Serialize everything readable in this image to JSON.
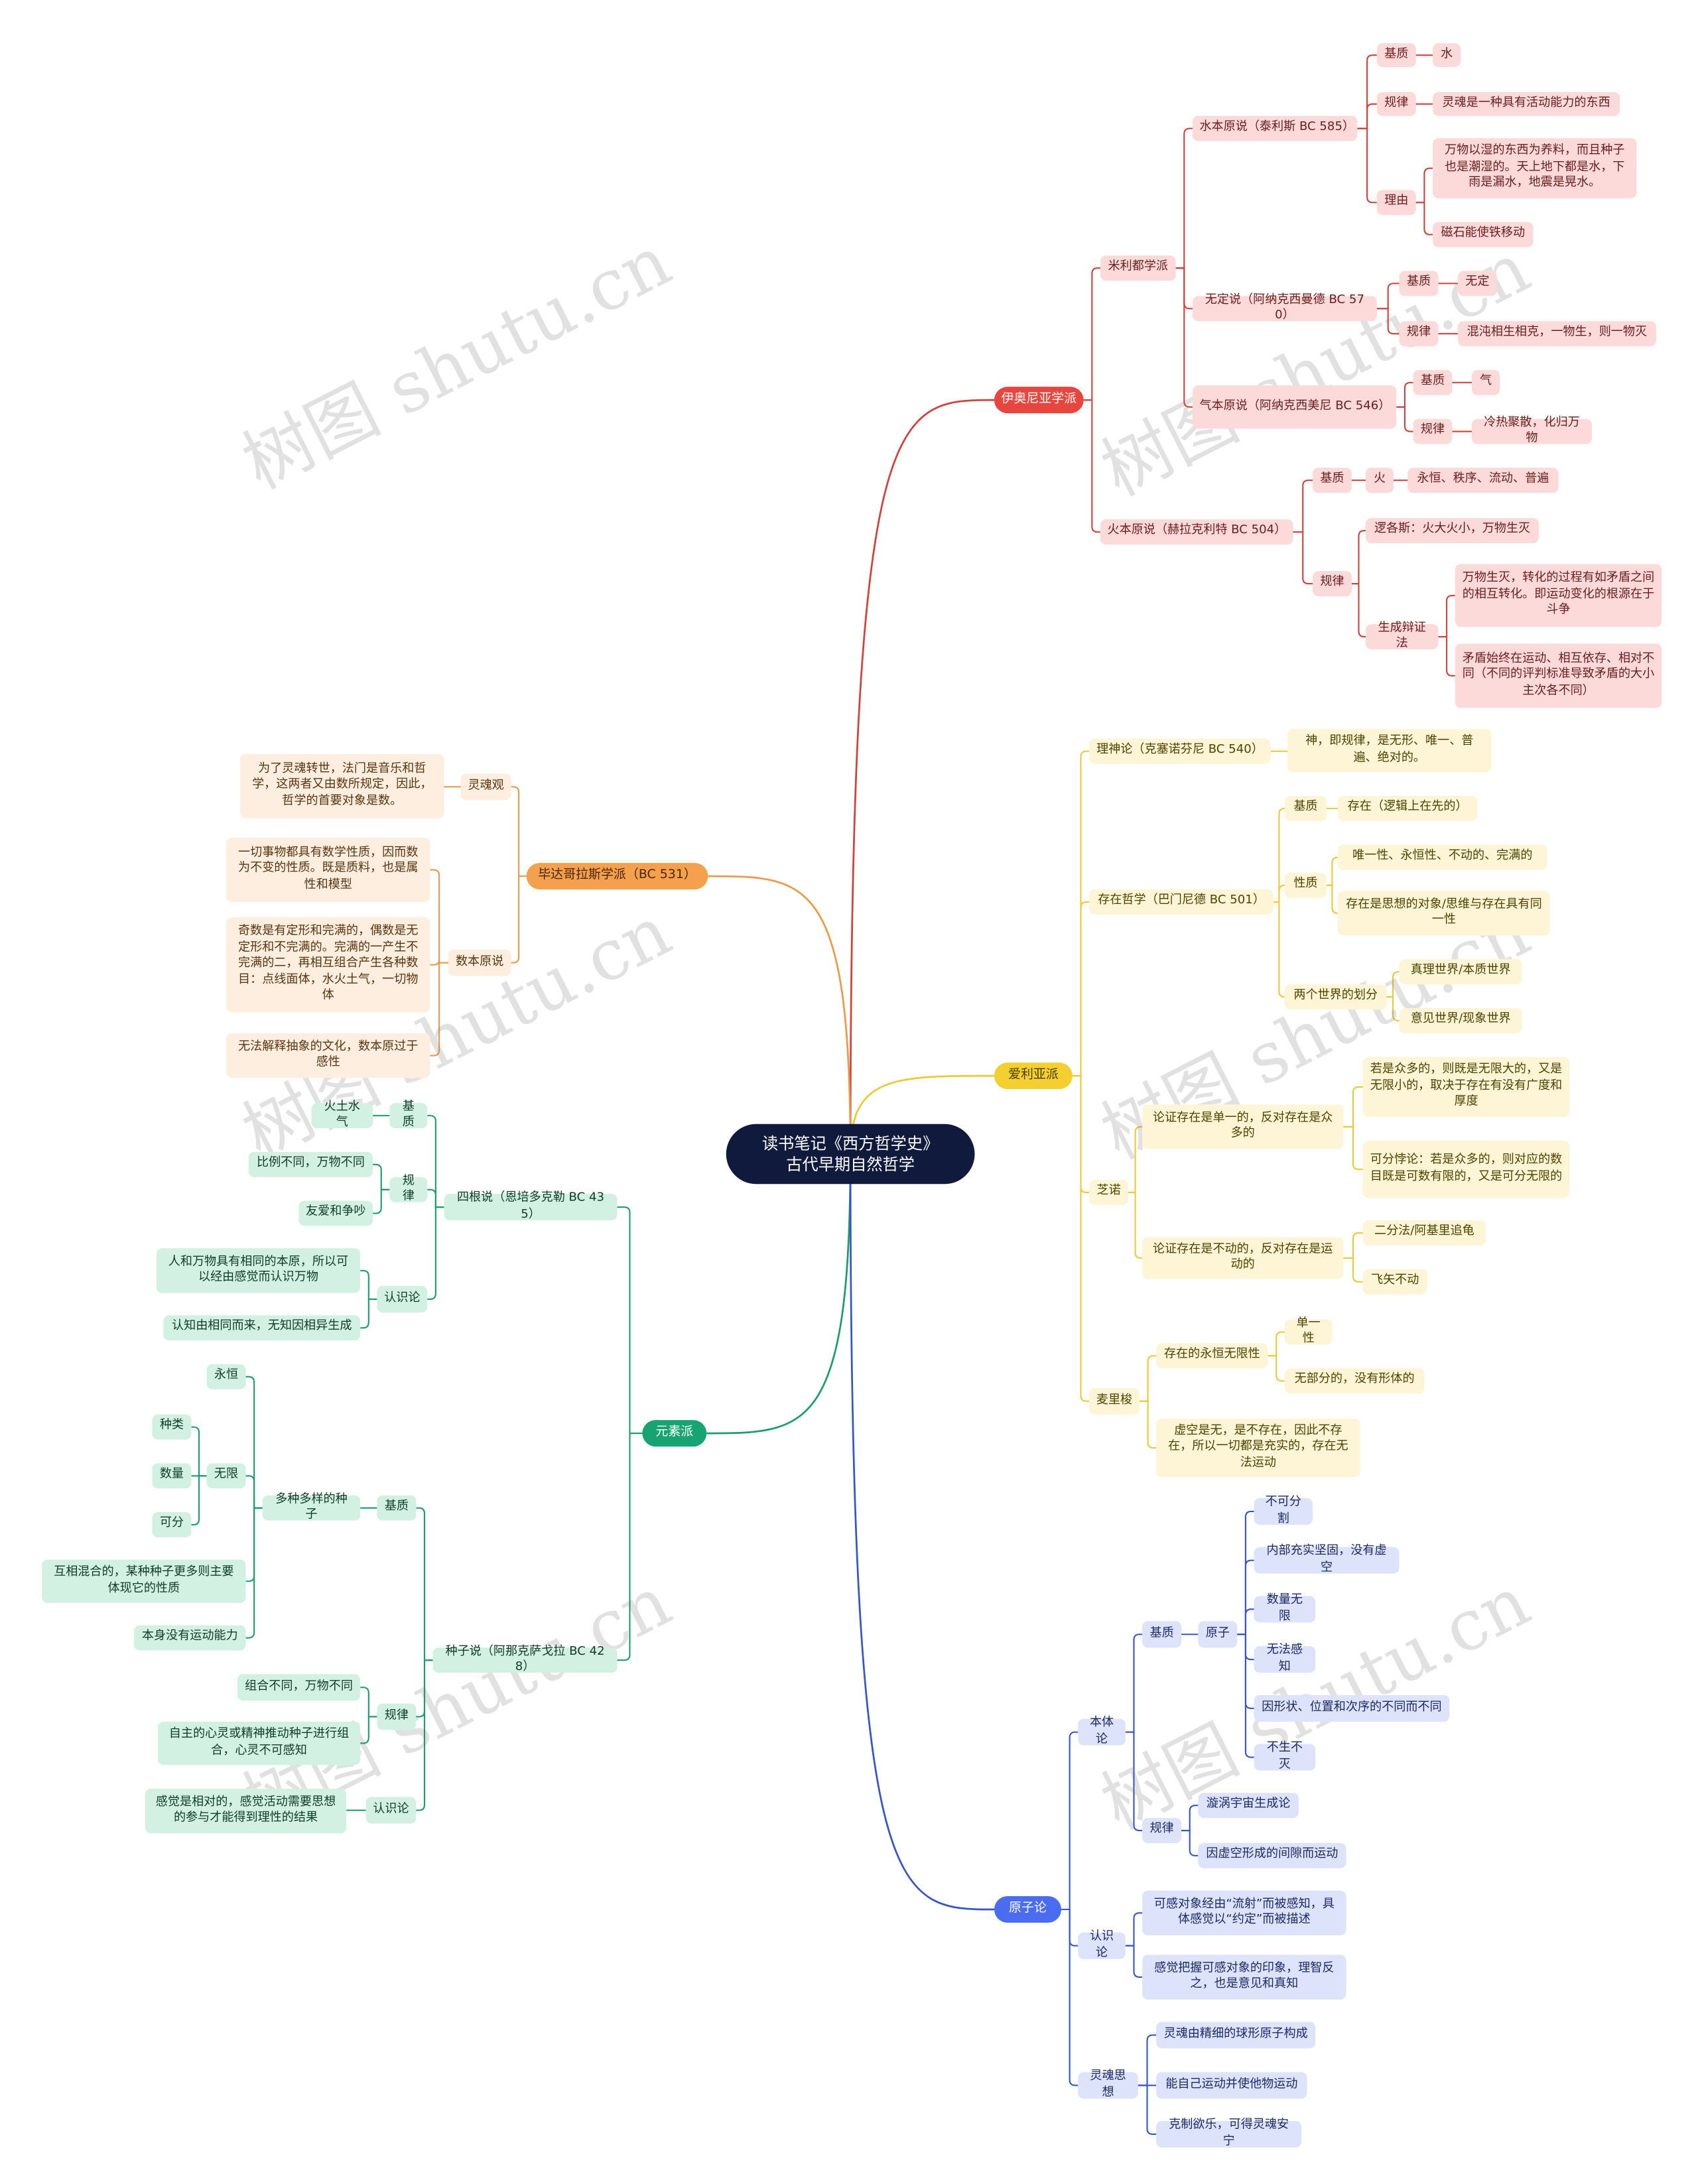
{
  "map": {
    "root": "读书笔记《西方哲学史》\n古代早期自然哲学",
    "root_color": "#101a3c",
    "watermark": "树图 shutu.cn",
    "b": [
      {
        "t": "伊奥尼亚学派",
        "colors": {
          "line": "#d2423c",
          "fill": "#e8453e",
          "fill_text": "#ffffff",
          "bg": "#fcdada",
          "text": "#6b1c1c"
        },
        "c": [
          {
            "t": "米利都学派",
            "c": [
              {
                "t": "水本原说（泰利斯 BC 585）",
                "c": [
                  {
                    "t": "基质",
                    "c": [
                      {
                        "t": "水"
                      }
                    ]
                  },
                  {
                    "t": "规律",
                    "c": [
                      {
                        "t": "灵魂是一种具有活动能力的东西"
                      }
                    ]
                  },
                  {
                    "t": "理由",
                    "c": [
                      {
                        "t": "万物以湿的东西为养料，而且种子也是潮湿的。天上地下都是水，下雨是漏水，地震是晃水。"
                      },
                      {
                        "t": "磁石能使铁移动"
                      }
                    ]
                  }
                ]
              },
              {
                "t": "无定说（阿纳克西曼德 BC 570）",
                "c": [
                  {
                    "t": "基质",
                    "c": [
                      {
                        "t": "无定"
                      }
                    ]
                  },
                  {
                    "t": "规律",
                    "c": [
                      {
                        "t": "混沌相生相克，一物生，则一物灭"
                      }
                    ]
                  }
                ]
              },
              {
                "t": "气本原说（阿纳克西美尼 BC 546）",
                "c": [
                  {
                    "t": "基质",
                    "c": [
                      {
                        "t": "气"
                      }
                    ]
                  },
                  {
                    "t": "规律",
                    "c": [
                      {
                        "t": "冷热聚散，化归万物"
                      }
                    ]
                  }
                ]
              }
            ]
          },
          {
            "t": "火本原说（赫拉克利特 BC 504）",
            "c": [
              {
                "t": "基质",
                "c": [
                  {
                    "t": "火",
                    "c": [
                      {
                        "t": "永恒、秩序、流动、普遍"
                      }
                    ]
                  }
                ]
              },
              {
                "t": "规律",
                "c": [
                  {
                    "t": "逻各斯：火大火小，万物生灭"
                  },
                  {
                    "t": "生成辩证法",
                    "c": [
                      {
                        "t": "万物生灭，转化的过程有如矛盾之间的相互转化。即运动变化的根源在于斗争"
                      },
                      {
                        "t": "矛盾始终在运动、相互依存、相对不同（不同的评判标准导致矛盾的大小主次各不同）"
                      }
                    ]
                  }
                ]
              }
            ]
          }
        ]
      },
      {
        "t": "毕达哥拉斯学派（BC 531）",
        "colors": {
          "line": "#eb9a4a",
          "fill": "#f5a04c",
          "fill_text": "#4a2608",
          "bg": "#fdeedf",
          "text": "#5a3410"
        },
        "c": [
          {
            "t": "灵魂观",
            "c": [
              {
                "t": "为了灵魂转世，法门是音乐和哲学，这两者又由数所规定，因此，哲学的首要对象是数。"
              }
            ]
          },
          {
            "t": "数本原说",
            "c": [
              {
                "t": "一切事物都具有数学性质，因而数为不变的性质。既是质料，也是属性和模型"
              },
              {
                "t": "奇数是有定形和完满的，偶数是无定形和不完满的。完满的一产生不完满的二，再相互组合产生各种数目：点线面体，水火土气，一切物体"
              },
              {
                "t": "无法解释抽象的文化，数本原过于感性"
              }
            ]
          }
        ]
      },
      {
        "t": "爱利亚派",
        "colors": {
          "line": "#ecc935",
          "fill": "#f3d02f",
          "fill_text": "#4a3c00",
          "bg": "#fdf5d6",
          "text": "#4f4200"
        },
        "c": [
          {
            "t": "理神论（克塞诺芬尼 BC 540）",
            "c": [
              {
                "t": "神，即规律，是无形、唯一、普遍、绝对的。"
              }
            ]
          },
          {
            "t": "存在哲学（巴门尼德 BC 501）",
            "c": [
              {
                "t": "基质",
                "c": [
                  {
                    "t": "存在（逻辑上在先的）"
                  }
                ]
              },
              {
                "t": "性质",
                "c": [
                  {
                    "t": "唯一性、永恒性、不动的、完满的"
                  },
                  {
                    "t": "存在是思想的对象/思维与存在具有同一性"
                  }
                ]
              },
              {
                "t": "两个世界的划分",
                "c": [
                  {
                    "t": "真理世界/本质世界"
                  },
                  {
                    "t": "意见世界/现象世界"
                  }
                ]
              }
            ]
          },
          {
            "t": "芝诺",
            "c": [
              {
                "t": "论证存在是单一的，反对存在是众多的",
                "c": [
                  {
                    "t": "若是众多的，则既是无限大的，又是无限小的，取决于存在有没有广度和厚度"
                  },
                  {
                    "t": "可分悖论：若是众多的，则对应的数目既是可数有限的，又是可分无限的"
                  }
                ]
              },
              {
                "t": "论证存在是不动的，反对存在是运动的",
                "c": [
                  {
                    "t": "二分法/阿基里追龟"
                  },
                  {
                    "t": "飞矢不动"
                  }
                ]
              }
            ]
          },
          {
            "t": "麦里梭",
            "c": [
              {
                "t": "存在的永恒无限性",
                "c": [
                  {
                    "t": "单一性"
                  },
                  {
                    "t": "无部分的，没有形体的"
                  }
                ]
              },
              {
                "t": "虚空是无，是不存在，因此不存在，所以一切都是充实的，存在无法运动"
              }
            ]
          }
        ]
      },
      {
        "t": "元素派",
        "colors": {
          "line": "#1c9d6c",
          "fill": "#16a572",
          "fill_text": "#ffffff",
          "bg": "#d3f1e3",
          "text": "#0f3b2a"
        },
        "c": [
          {
            "t": "四根说（恩培多克勒 BC 435）",
            "c": [
              {
                "t": "基质",
                "c": [
                  {
                    "t": "火土水气"
                  }
                ]
              },
              {
                "t": "规律",
                "c": [
                  {
                    "t": "比例不同，万物不同"
                  },
                  {
                    "t": "友爱和争吵"
                  }
                ]
              },
              {
                "t": "认识论",
                "c": [
                  {
                    "t": "人和万物具有相同的本原，所以可以经由感觉而认识万物"
                  },
                  {
                    "t": "认知由相同而来，无知因相异生成"
                  }
                ]
              }
            ]
          },
          {
            "t": "种子说（阿那克萨戈拉 BC 428）",
            "c": [
              {
                "t": "基质",
                "c": [
                  {
                    "t": "多种多样的种子",
                    "c": [
                      {
                        "t": "永恒"
                      },
                      {
                        "t": "无限",
                        "c": [
                          {
                            "t": "种类"
                          },
                          {
                            "t": "数量"
                          },
                          {
                            "t": "可分"
                          }
                        ]
                      },
                      {
                        "t": "互相混合的，某种种子更多则主要体现它的性质"
                      },
                      {
                        "t": "本身没有运动能力"
                      }
                    ]
                  }
                ]
              },
              {
                "t": "规律",
                "c": [
                  {
                    "t": "组合不同，万物不同"
                  },
                  {
                    "t": "自主的心灵或精神推动种子进行组合，心灵不可感知"
                  }
                ]
              },
              {
                "t": "认识论",
                "c": [
                  {
                    "t": "感觉是相对的，感觉活动需要思想的参与才能得到理性的结果"
                  }
                ]
              }
            ]
          }
        ]
      },
      {
        "t": "原子论",
        "colors": {
          "line": "#3656c8",
          "fill": "#4a6cf0",
          "fill_text": "#ffffff",
          "bg": "#dde3fa",
          "text": "#1b2a66"
        },
        "c": [
          {
            "t": "本体论",
            "c": [
              {
                "t": "基质",
                "c": [
                  {
                    "t": "原子",
                    "c": [
                      {
                        "t": "不可分割"
                      },
                      {
                        "t": "内部充实坚固，没有虚空"
                      },
                      {
                        "t": "数量无限"
                      },
                      {
                        "t": "无法感知"
                      },
                      {
                        "t": "因形状、位置和次序的不同而不同"
                      },
                      {
                        "t": "不生不灭"
                      }
                    ]
                  }
                ]
              },
              {
                "t": "规律",
                "c": [
                  {
                    "t": "漩涡宇宙生成论"
                  },
                  {
                    "t": "因虚空形成的间隙而运动"
                  }
                ]
              }
            ]
          },
          {
            "t": "认识论",
            "c": [
              {
                "t": "可感对象经由“流射”而被感知，具体感觉以“约定”而被描述"
              },
              {
                "t": "感觉把握可感对象的印象，理智反之，也是意见和真知"
              }
            ]
          },
          {
            "t": "灵魂思想",
            "c": [
              {
                "t": "灵魂由精细的球形原子构成"
              },
              {
                "t": "能自己运动并使他物运动"
              },
              {
                "t": "克制欲乐，可得灵魂安宁"
              }
            ]
          }
        ]
      }
    ]
  }
}
